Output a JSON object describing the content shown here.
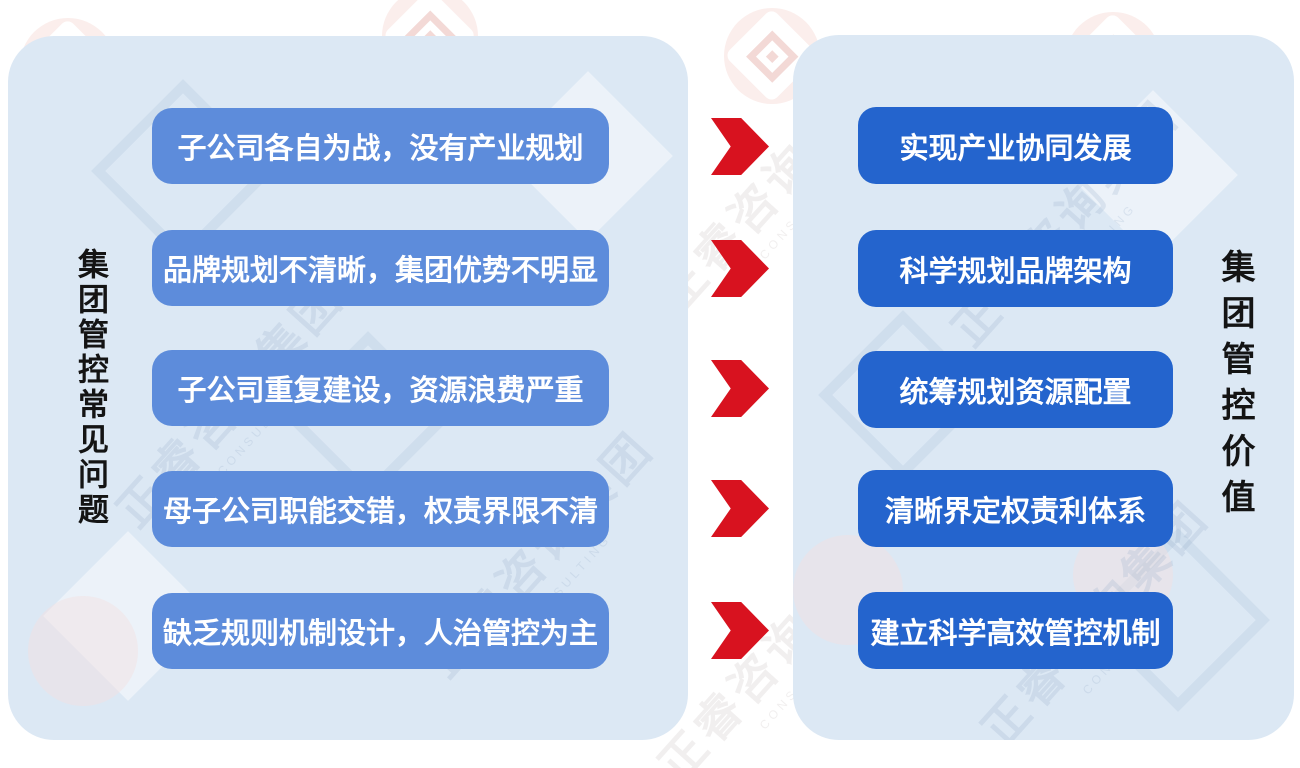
{
  "diagram": {
    "left": {
      "title": "集团管控常见问题",
      "items": [
        "子公司各自为战，没有产业规划",
        "品牌规划不清晰，集团优势不明显",
        "子公司重复建设，资源浪费严重",
        "母子公司职能交错，权责界限不清",
        "缺乏规则机制设计，人治管控为主"
      ]
    },
    "right": {
      "title": "集团管控价值",
      "items": [
        "实现产业协同发展",
        "科学规划品牌架构",
        "统筹规划资源配置",
        "清晰界定权责利体系",
        "建立科学高效管控机制"
      ]
    },
    "colors": {
      "panel_background": "#dce8f4",
      "problem_box": "#5d8cdb",
      "value_box": "#2464cd",
      "arrow": "#d8121f",
      "title_text": "#141414",
      "box_text": "#ffffff"
    },
    "watermark": {
      "brand_cn": "正睿咨询集团",
      "brand_en": "CONSULTING"
    }
  }
}
